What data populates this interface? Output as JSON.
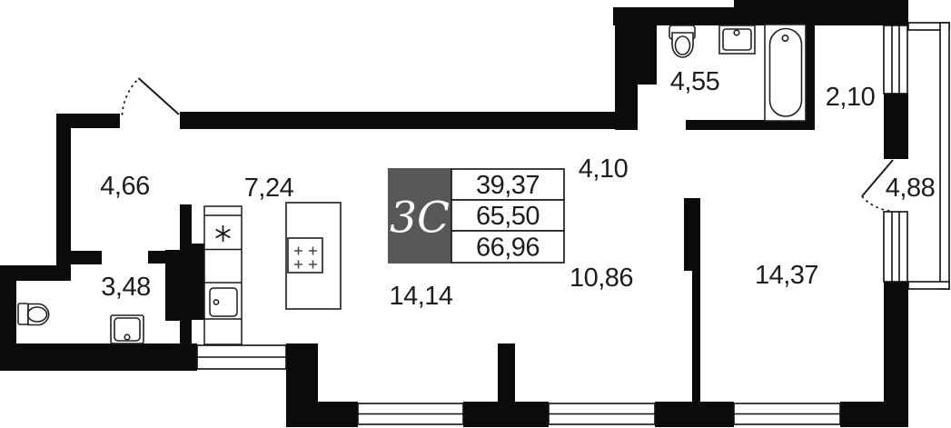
{
  "unit": {
    "label": "3C",
    "areas": [
      "39,37",
      "65,50",
      "66,96"
    ]
  },
  "rooms": [
    {
      "id": "room-4-66",
      "area": "4,66"
    },
    {
      "id": "room-7-24",
      "area": "7,24"
    },
    {
      "id": "room-3-48",
      "area": "3,48"
    },
    {
      "id": "room-14-14",
      "area": "14,14"
    },
    {
      "id": "room-4-10",
      "area": "4,10"
    },
    {
      "id": "room-10-86",
      "area": "10,86"
    },
    {
      "id": "room-4-55",
      "area": "4,55"
    },
    {
      "id": "room-2-10",
      "area": "2,10"
    },
    {
      "id": "room-4-88",
      "area": "4,88"
    },
    {
      "id": "room-14-37",
      "area": "14,37"
    }
  ],
  "colors": {
    "wall": "#0b0b0b",
    "unit_box": "#58585a",
    "unit_text": "#ffffff",
    "text": "#1d1d1d",
    "line": "#1a1a1a"
  }
}
